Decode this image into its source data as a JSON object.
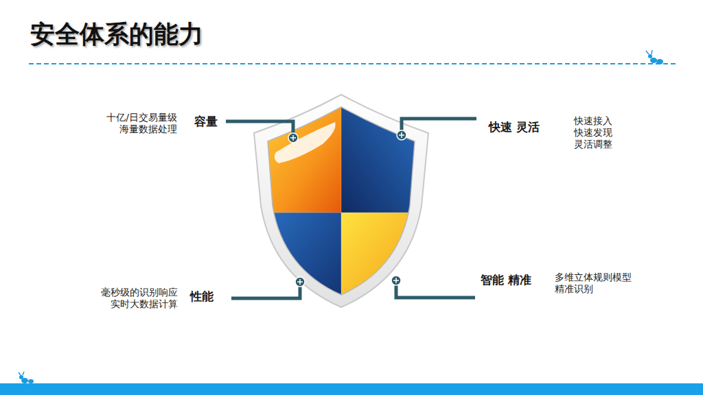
{
  "diagram": {
    "title": "安全体系的能力",
    "labels": [
      "十亿/日交易量级 海量数据处理",
      "容量",
      "快速 灵活",
      "快速接入 快速发现 灵活调整",
      "毫秒级的识别响应 实时大数据计算",
      "性能",
      "智能 精准",
      "多维立体规则模型 精准识别"
    ]
  }
}
